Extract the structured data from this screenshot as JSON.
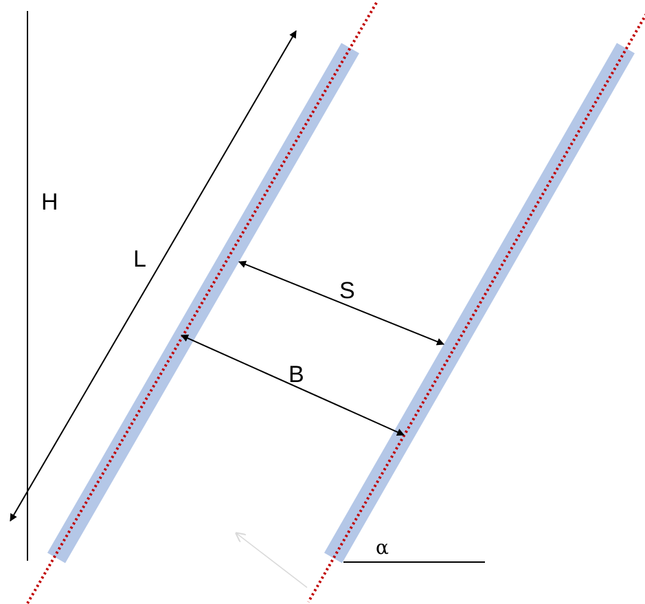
{
  "labels": {
    "height": "H",
    "length": "L",
    "spacing": "S",
    "width": "B",
    "angle": "α"
  },
  "colors": {
    "strip": "#b4c7e7",
    "centerline": "#c00000",
    "dimension": "#000000",
    "faint_arrow": "#d9d9d9"
  }
}
